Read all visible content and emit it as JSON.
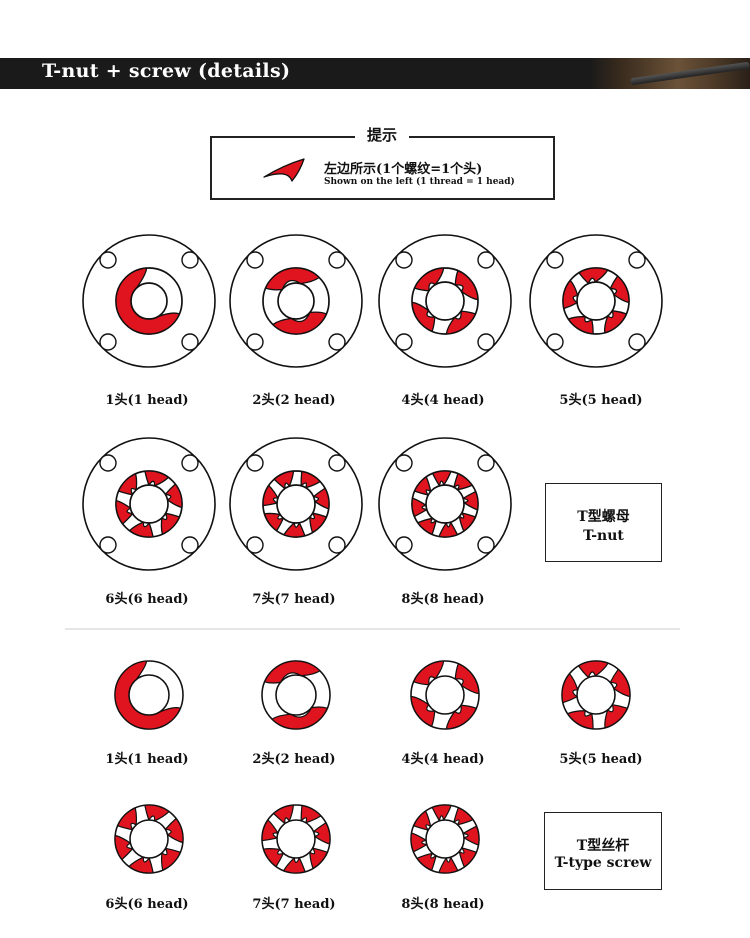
{
  "header": {
    "title": "T-nut + screw (details)"
  },
  "hint": {
    "title": "提示",
    "cn": "左边所示(1个螺纹=1个头)",
    "en": "Shown on the left (1 thread = 1 head)"
  },
  "colors": {
    "thread_red": "#e0141e",
    "outline": "#111111",
    "banner": "#1a1a1a"
  },
  "tnut": {
    "box": {
      "cn": "T型螺母",
      "en": "T-nut"
    },
    "items": [
      {
        "heads": 1,
        "label": "1头(1 head)"
      },
      {
        "heads": 2,
        "label": "2头(2 head)"
      },
      {
        "heads": 4,
        "label": "4头(4 head)"
      },
      {
        "heads": 5,
        "label": "5头(5 head)"
      },
      {
        "heads": 6,
        "label": "6头(6 head)"
      },
      {
        "heads": 7,
        "label": "7头(7 head)"
      },
      {
        "heads": 8,
        "label": "8头(8 head)"
      }
    ]
  },
  "screw": {
    "box": {
      "cn": "T型丝杆",
      "en": "T-type screw"
    },
    "items": [
      {
        "heads": 1,
        "label": "1头(1 head)"
      },
      {
        "heads": 2,
        "label": "2头(2 head)"
      },
      {
        "heads": 4,
        "label": "4头(4 head)"
      },
      {
        "heads": 5,
        "label": "5头(5 head)"
      },
      {
        "heads": 6,
        "label": "6头(6 head)"
      },
      {
        "heads": 7,
        "label": "7头(7 head)"
      },
      {
        "heads": 8,
        "label": "8头(8 head)"
      }
    ]
  }
}
